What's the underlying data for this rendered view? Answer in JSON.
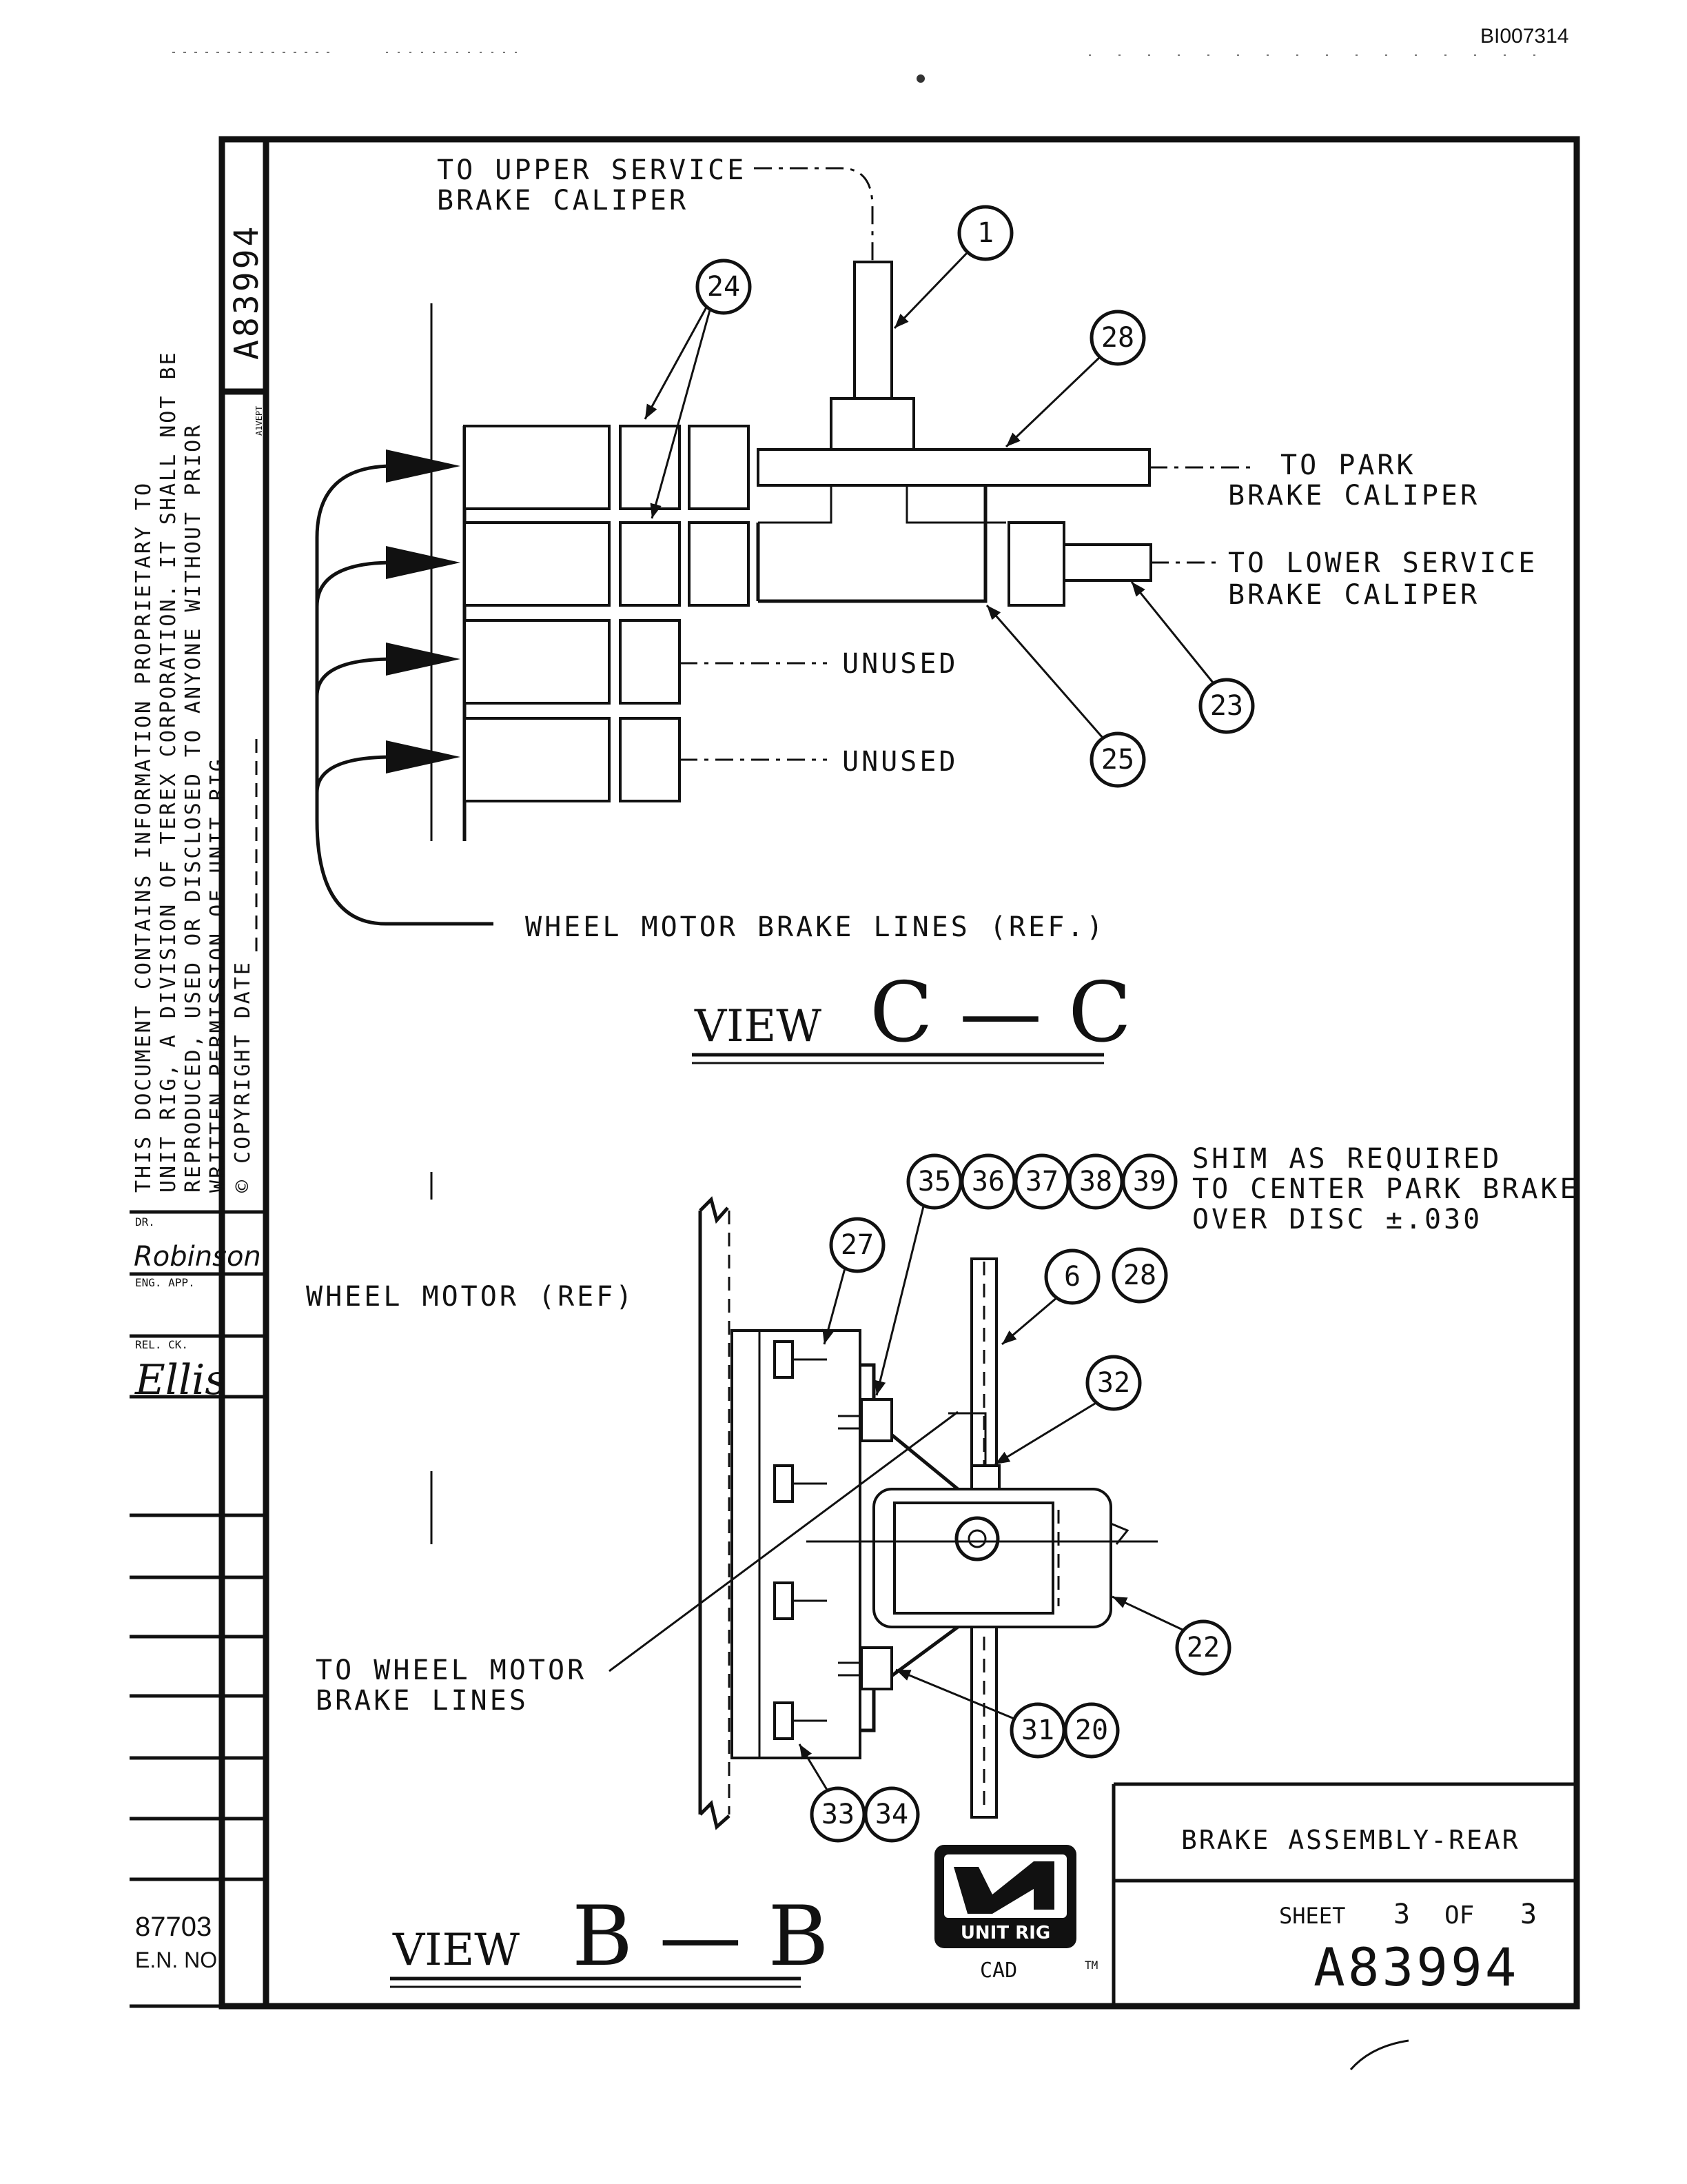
{
  "doc_id_corner": "BI007314",
  "drawing_number_vertical": "A83994",
  "revision_tab": "A1VEPT",
  "proprietary_notice": [
    "THIS DOCUMENT CONTAINS INFORMATION PROPRIETARY TO",
    "UNIT RIG, A DIVISION OF TEREX CORPORATION. IT SHALL NOT BE",
    "REPRODUCED, USED OR DISCLOSED TO ANYONE WITHOUT PRIOR",
    "WRITTEN PERMISSION OF UNIT RIG.",
    "© COPYRIGHT DATE"
  ],
  "title_strip": {
    "dr_label": "DR.",
    "dr_name": "Robinson",
    "eng_app_label": "ENG. APP.",
    "rel_ck_label": "REL. CK.",
    "rel_ck_name": "Ellis",
    "en_number": "87703",
    "en_label": "E.N. NO."
  },
  "view_cc": {
    "title_word": "VIEW",
    "title_letters": "C — C",
    "label_upper_line1": "TO UPPER SERVICE",
    "label_upper_line2": "BRAKE CALIPER",
    "label_park_line1": "TO PARK",
    "label_park_line2": "BRAKE CALIPER",
    "label_lower_line1": "TO LOWER SERVICE",
    "label_lower_line2": "BRAKE CALIPER",
    "unused_1": "UNUSED",
    "unused_2": "UNUSED",
    "wheel_motor_lines": "WHEEL MOTOR BRAKE LINES (REF.)",
    "balloons": [
      "1",
      "24",
      "28",
      "23",
      "25"
    ]
  },
  "view_bb": {
    "title_word": "VIEW",
    "title_letters": "B — B",
    "shim_line1": "SHIM AS REQUIRED",
    "shim_line2": "TO CENTER PARK BRAKE",
    "shim_line3": "OVER DISC ±.030",
    "wheel_motor_ref": "WHEEL MOTOR (REF)",
    "to_wheel_line1": "TO WHEEL MOTOR",
    "to_wheel_line2": "BRAKE LINES",
    "balloons": [
      "35",
      "36",
      "37",
      "38",
      "39",
      "27",
      "6",
      "28",
      "32",
      "22",
      "31",
      "20",
      "33",
      "34"
    ]
  },
  "title_block": {
    "title": "BRAKE ASSEMBLY-REAR",
    "sheet_label": "SHEET",
    "sheet_num": "3",
    "of_label": "OF",
    "sheet_total": "3",
    "drawing_number": "A83994",
    "logo_text": "UNIT RIG",
    "cad": "CAD",
    "tm": "TM"
  }
}
